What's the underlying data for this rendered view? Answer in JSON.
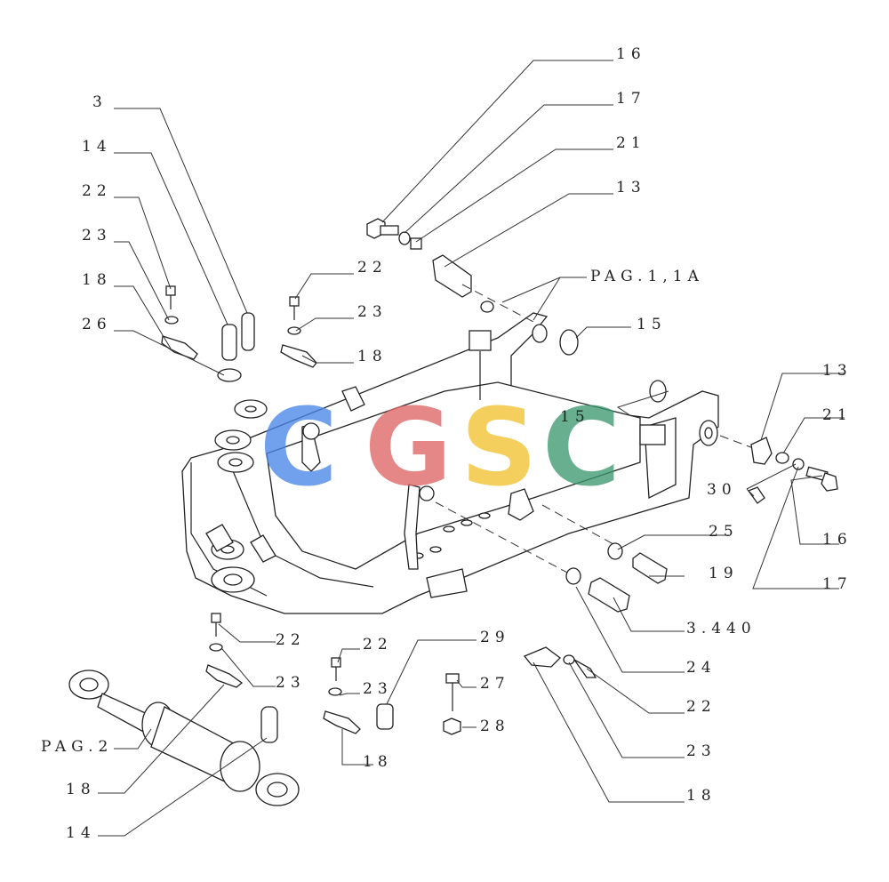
{
  "callouts": {
    "c16a": "16",
    "c17a": "17",
    "c21a": "21",
    "c13a": "13",
    "c3": "3",
    "c14a": "14",
    "c22a": "22",
    "c23a": "23",
    "c18a": "18",
    "c26": "26",
    "c22b": "22",
    "c23b": "23",
    "c18b": "18",
    "pag1": "PAG.1,1A",
    "c15a": "15",
    "c15b": "15",
    "c13b": "13",
    "c21b": "21",
    "c30": "30",
    "c16b": "16",
    "c17b": "17",
    "c25": "25",
    "c19": "19",
    "c3440": "3.440",
    "c24": "24",
    "c22c": "22",
    "c23c": "23",
    "pag2": "PAG.2",
    "c18c": "18",
    "c14b": "14",
    "c22d": "22",
    "c23d": "23",
    "c18d": "18",
    "c29": "29",
    "c27": "27",
    "c28": "28",
    "c22e": "22",
    "c23e": "23",
    "c18e": "18"
  },
  "watermark": {
    "letters": [
      "C",
      "G",
      "S",
      "C"
    ],
    "colors": [
      "#4a86e8",
      "#e06666",
      "#f1c232",
      "#3d9970"
    ]
  }
}
